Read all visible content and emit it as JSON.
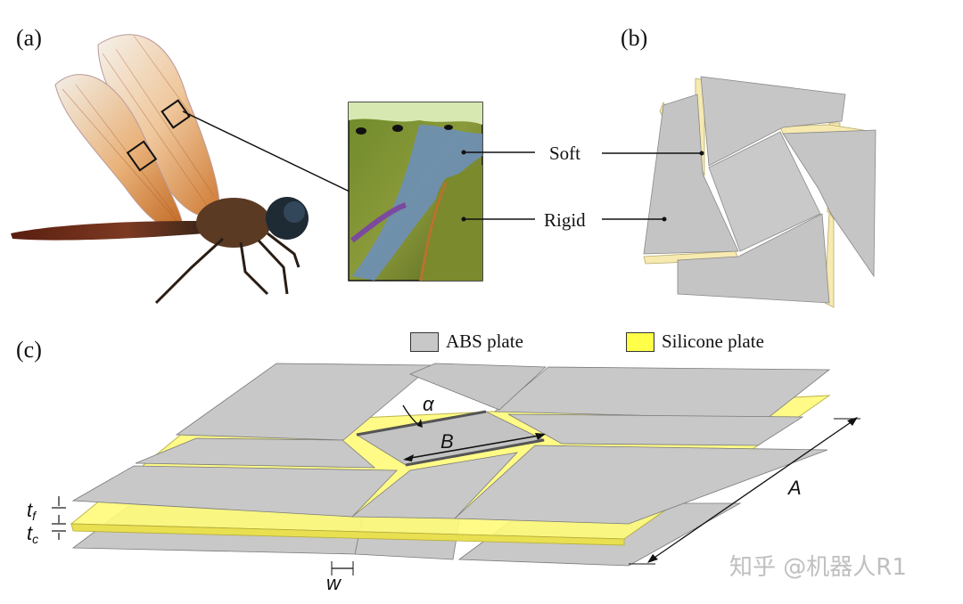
{
  "panels": {
    "a": "(a)",
    "b": "(b)",
    "c": "(c)"
  },
  "callouts": {
    "soft": "Soft",
    "rigid": "Rigid"
  },
  "legend": {
    "abs_label": "ABS plate",
    "abs_color": "#c8c8c8",
    "silicone_label": "Silicone plate",
    "silicone_color": "#ffff4a"
  },
  "dimensions": {
    "alpha": "α",
    "B": "B",
    "A": "A",
    "w": "w",
    "tf_main": "t",
    "tf_sub": "f",
    "tc_main": "t",
    "tc_sub": "c"
  },
  "watermark": "知乎 @机器人R1"
}
